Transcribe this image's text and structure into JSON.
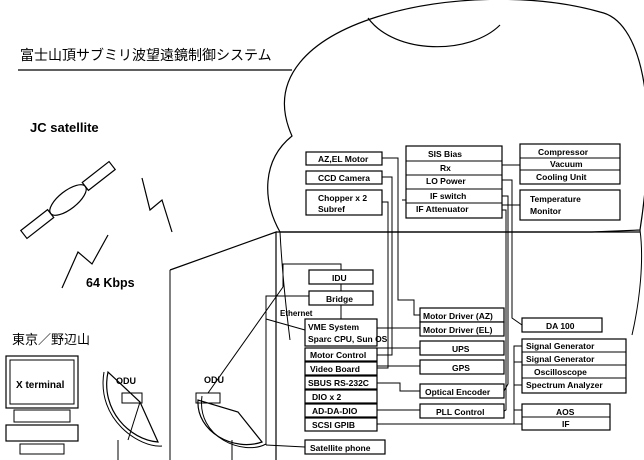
{
  "title": "富士山頂サブミリ波望遠鏡制御システム",
  "satellite": {
    "label": "JC satellite",
    "rate": "64 Kbps"
  },
  "ground": {
    "location": "東京／野辺山",
    "terminal": "X terminal",
    "odu_left": "ODU",
    "odu_right": "ODU"
  },
  "dome_boxes": {
    "az_el_motor": "AZ,EL Motor",
    "ccd_camera": "CCD Camera",
    "chopper": "Chopper x 2",
    "subref": "Subref",
    "sis_bias": "SIS Bias",
    "rx": "Rx",
    "lo_power": "LO Power",
    "if_switch": "IF switch",
    "if_attenuator": "IF Attenuator",
    "compressor": "Compressor",
    "vacuum": "Vacuum",
    "cooling_unit": "Cooling Unit",
    "temperature": "Temperature",
    "monitor": "Monitor"
  },
  "control_room": {
    "idu": "IDU",
    "bridge": "Bridge",
    "ethernet": "Ethernet",
    "vme_system": "VME System",
    "sparc_cpu": "Sparc CPU, Sun OS",
    "motor_control": "Motor Control",
    "video_board": "Video Board",
    "sbus": "SBUS RS-232C",
    "dio": "DIO x 2",
    "ad_da_dio": "AD-DA-DIO",
    "scsi_gpib": "SCSI GPIB",
    "satellite_phone": "Satellite phone",
    "motor_driver_az": "Motor Driver (AZ)",
    "motor_driver_el": "Motor Driver (EL)",
    "ups": "UPS",
    "gps": "GPS",
    "optical_encoder": "Optical Encoder",
    "pll_control": "PLL Control",
    "da100": "DA 100",
    "signal_generator_1": "Signal Generator",
    "signal_generator_2": "Signal Generator",
    "oscilloscope": "Oscilloscope",
    "spectrum_analyzer": "Spectrum Analyzer",
    "aos": "AOS",
    "if": "IF"
  }
}
